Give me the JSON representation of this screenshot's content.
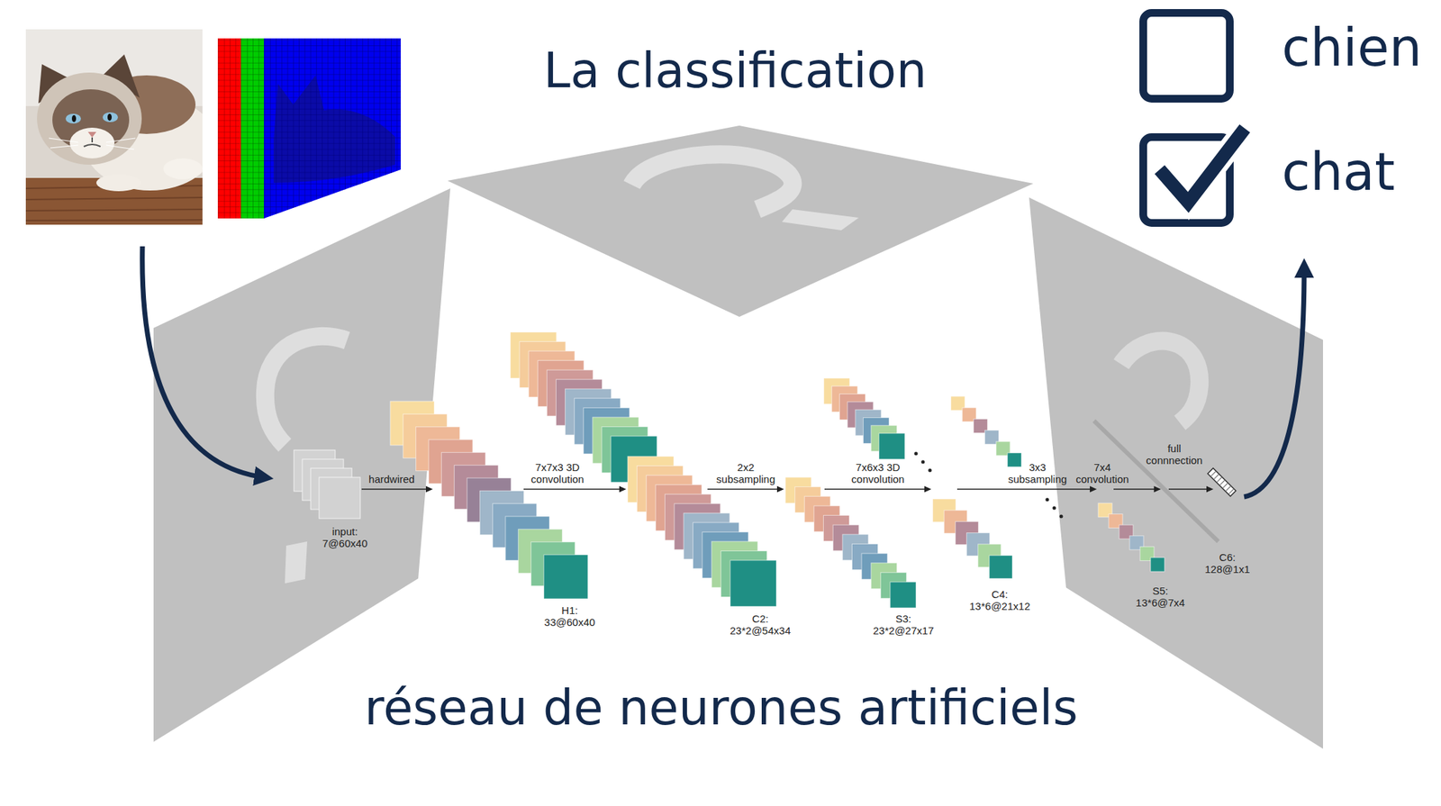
{
  "diagram": {
    "title": "La classification",
    "caption": "réseau de neurones artificiels",
    "nodes": [
      {
        "text": [
          "input: 7@60x40"
        ]
      },
      {
        "text": [
          "H1: 33@60x40"
        ]
      },
      {
        "text": [
          "C2: 23*2@54x34"
        ]
      },
      {
        "text": [
          "S3: 23*2@27x17"
        ]
      },
      {
        "text": [
          "C4: 13*6@21x12"
        ]
      },
      {
        "text": [
          "S5: 13*6@7x4"
        ]
      },
      {
        "text": [
          "C6: 128@1x1"
        ]
      },
      {
        "text": [
          "chien"
        ]
      },
      {
        "text": [
          "chat"
        ]
      }
    ],
    "edges": [
      {
        "from": 0,
        "to": 1,
        "arrow": "to",
        "label": "hardwired"
      },
      {
        "from": 1,
        "to": 2,
        "arrow": "to",
        "label": "7x7x3 3D convolution"
      },
      {
        "from": 2,
        "to": 3,
        "arrow": "to",
        "label": "2x2 subsampling"
      },
      {
        "from": 3,
        "to": 4,
        "arrow": "to",
        "label": "7x6x3 3D convolution"
      },
      {
        "from": 4,
        "to": 5,
        "arrow": "to",
        "label": "3x3 subsampling"
      },
      {
        "from": 5,
        "to": 6,
        "arrow": "to",
        "label": "7x4 convolution"
      }
    ],
    "labels": [
      "full connnection"
    ]
  }
}
